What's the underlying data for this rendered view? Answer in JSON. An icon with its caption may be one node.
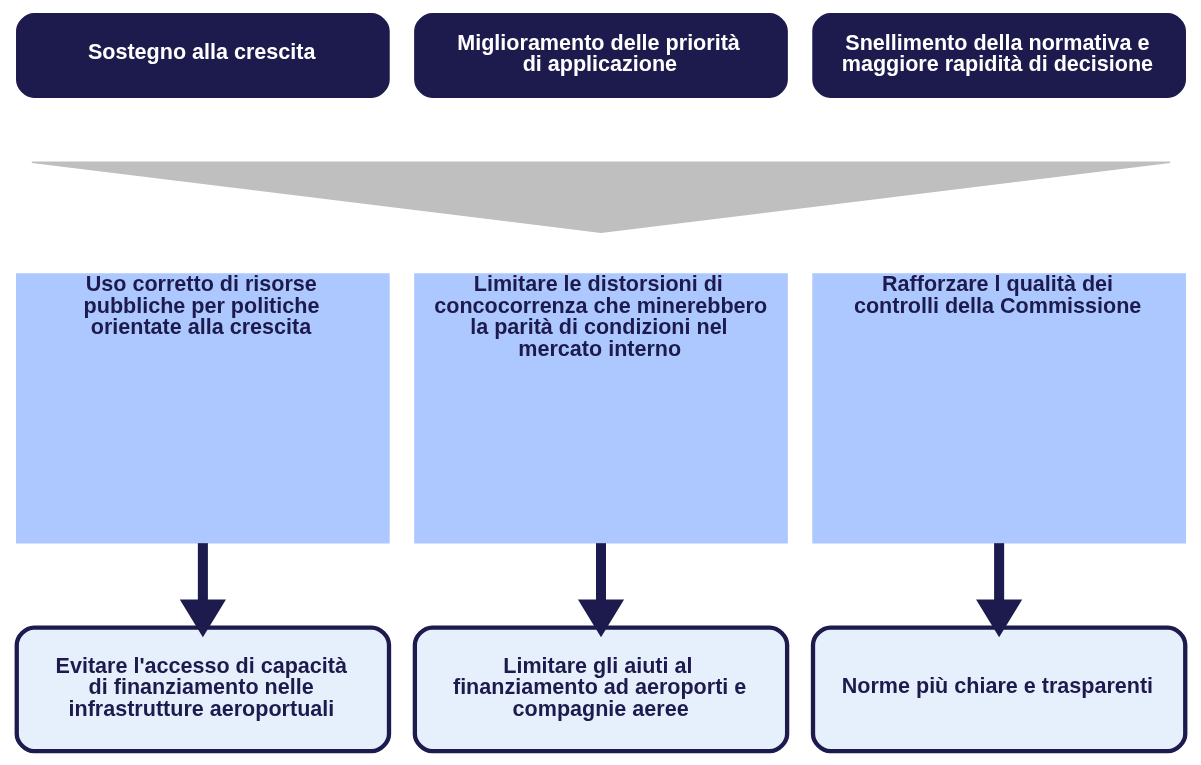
{
  "diagram": {
    "nodes": [
      {
        "text": [
          "Sostegno alla crescita"
        ]
      },
      {
        "text": [
          "Miglioramento delle priorità di applicazione"
        ]
      },
      {
        "text": [
          "Snellimento della normativa e maggiore rapidità di decisione"
        ]
      },
      {
        "text": [],
        "shape": "triangle"
      },
      {
        "text": [
          "Uso corretto di risorse pubbliche per politiche orientate alla crescita"
        ]
      },
      {
        "text": [
          "Limitare le distorsioni di concocorrenza che minerebbero la parità di condizioni nel mercato interno"
        ]
      },
      {
        "text": [
          "Rafforzare l qualità dei controlli della Commissione"
        ]
      },
      {
        "text": [
          "Evitare l'accesso di capacità di finanziamento nelle infrastrutture aeroportuali"
        ]
      },
      {
        "text": [
          "Limitare gli aiuti al finanziamento ad aeroporti e compagnie aeree"
        ]
      },
      {
        "text": [
          "Norme più chiare e trasparenti"
        ]
      }
    ],
    "edges": [
      {
        "from": 4,
        "to": 7,
        "arrow": "to"
      },
      {
        "from": 5,
        "to": 8,
        "arrow": "to"
      },
      {
        "from": 6,
        "to": 9,
        "arrow": "to"
      }
    ]
  }
}
